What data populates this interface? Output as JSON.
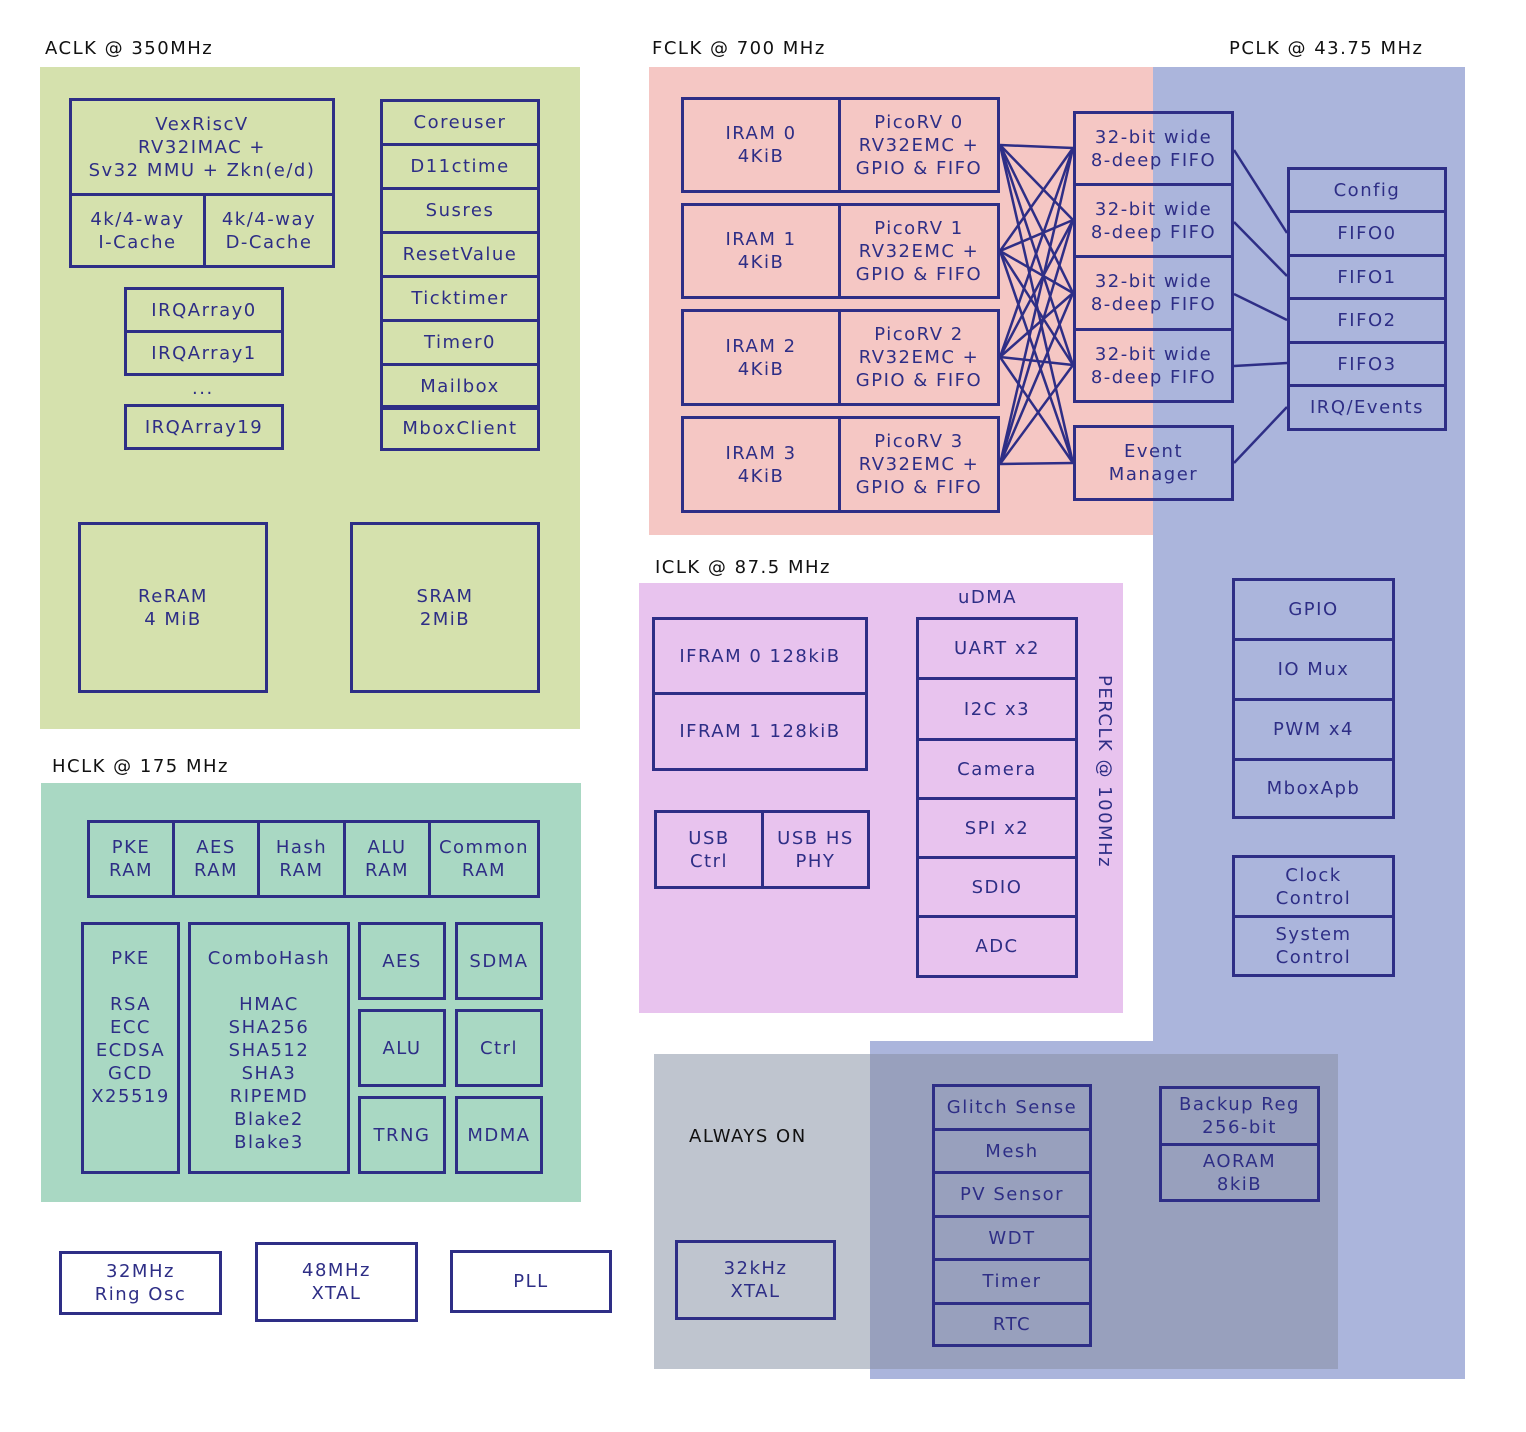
{
  "colors": {
    "aclk": "#d5e1ad",
    "fclk": "#f5c7c4",
    "pclk": "#abb5dc",
    "iclk": "#e8c3ee",
    "hclk": "#a9d8c3",
    "always_on": "#bfc5cf",
    "always_on_overlap": "#98a0bd",
    "block_stroke": "#2e2e86",
    "block_text": "#2e2e86"
  },
  "domains": {
    "aclk": "ACLK @ 350MHz",
    "fclk": "FCLK @ 700 MHz",
    "pclk": "PCLK @ 43.75 MHz",
    "iclk": "ICLK @ 87.5 MHz",
    "hclk": "HCLK @ 175 MHz",
    "perclk": "PERCLK @ 100MHz",
    "always_on": "ALWAYS ON"
  },
  "aclk": {
    "cpu": "VexRiscV\nRV32IMAC +\nSv32 MMU + Zkn(e/d)",
    "icache": "4k/4-way\nI-Cache",
    "dcache": "4k/4-way\nD-Cache",
    "irq0": "IRQArray0",
    "irq1": "IRQArray1",
    "ellipsis": "...",
    "irq19": "IRQArray19",
    "peripherals": [
      "Coreuser",
      "D11ctime",
      "Susres",
      "ResetValue",
      "Ticktimer",
      "Timer0",
      "Mailbox",
      "MboxClient"
    ],
    "reram": "ReRAM\n4 MiB",
    "sram": "SRAM\n2MiB"
  },
  "fclk": {
    "iram": [
      "IRAM 0\n4KiB",
      "IRAM 1\n4KiB",
      "IRAM 2\n4KiB",
      "IRAM 3\n4KiB"
    ],
    "picorv": [
      "PicoRV 0\nRV32EMC +\nGPIO & FIFO",
      "PicoRV 1\nRV32EMC +\nGPIO & FIFO",
      "PicoRV 2\nRV32EMC +\nGPIO & FIFO",
      "PicoRV 3\nRV32EMC +\nGPIO & FIFO"
    ],
    "fifos": [
      "32-bit wide\n8-deep FIFO",
      "32-bit wide\n8-deep FIFO",
      "32-bit wide\n8-deep FIFO",
      "32-bit wide\n8-deep FIFO"
    ],
    "event_manager": "Event\nManager"
  },
  "pclk": {
    "regs": [
      "Config",
      "FIFO0",
      "FIFO1",
      "FIFO2",
      "FIFO3",
      "IRQ/Events"
    ],
    "gpio_group": [
      "GPIO",
      "IO Mux",
      "PWM x4",
      "MboxApb"
    ],
    "clock_control": "Clock\nControl",
    "system_control": "System\nControl"
  },
  "iclk": {
    "udma_title": "uDMA",
    "iframs": [
      "IFRAM 0 128kiB",
      "IFRAM 1 128kiB"
    ],
    "usb_ctrl": "USB\nCtrl",
    "usb_phy": "USB HS\nPHY",
    "udma": [
      "UART x2",
      "I2C x3",
      "Camera",
      "SPI x2",
      "SDIO",
      "ADC"
    ]
  },
  "hclk": {
    "rams": [
      "PKE\nRAM",
      "AES\nRAM",
      "Hash\nRAM",
      "ALU\nRAM",
      "Common\nRAM"
    ],
    "pke": "PKE\n\nRSA\nECC\nECDSA\nGCD\nX25519",
    "combohash": "ComboHash\n\nHMAC\nSHA256\nSHA512\nSHA3\nRIPEMD\nBlake2\nBlake3",
    "aes": "AES",
    "sdma": "SDMA",
    "alu": "ALU",
    "ctrl": "Ctrl",
    "trng": "TRNG",
    "mdma": "MDMA"
  },
  "clocks": {
    "ring": "32MHz\nRing Osc",
    "xtal48": "48MHz\nXTAL",
    "pll": "PLL"
  },
  "always_on": {
    "sensors": [
      "Glitch Sense",
      "Mesh",
      "PV Sensor",
      "WDT",
      "Timer",
      "RTC"
    ],
    "backup_reg": "Backup Reg\n256-bit",
    "aoram": "AORAM\n8kiB",
    "xtal32k": "32kHz\nXTAL"
  }
}
